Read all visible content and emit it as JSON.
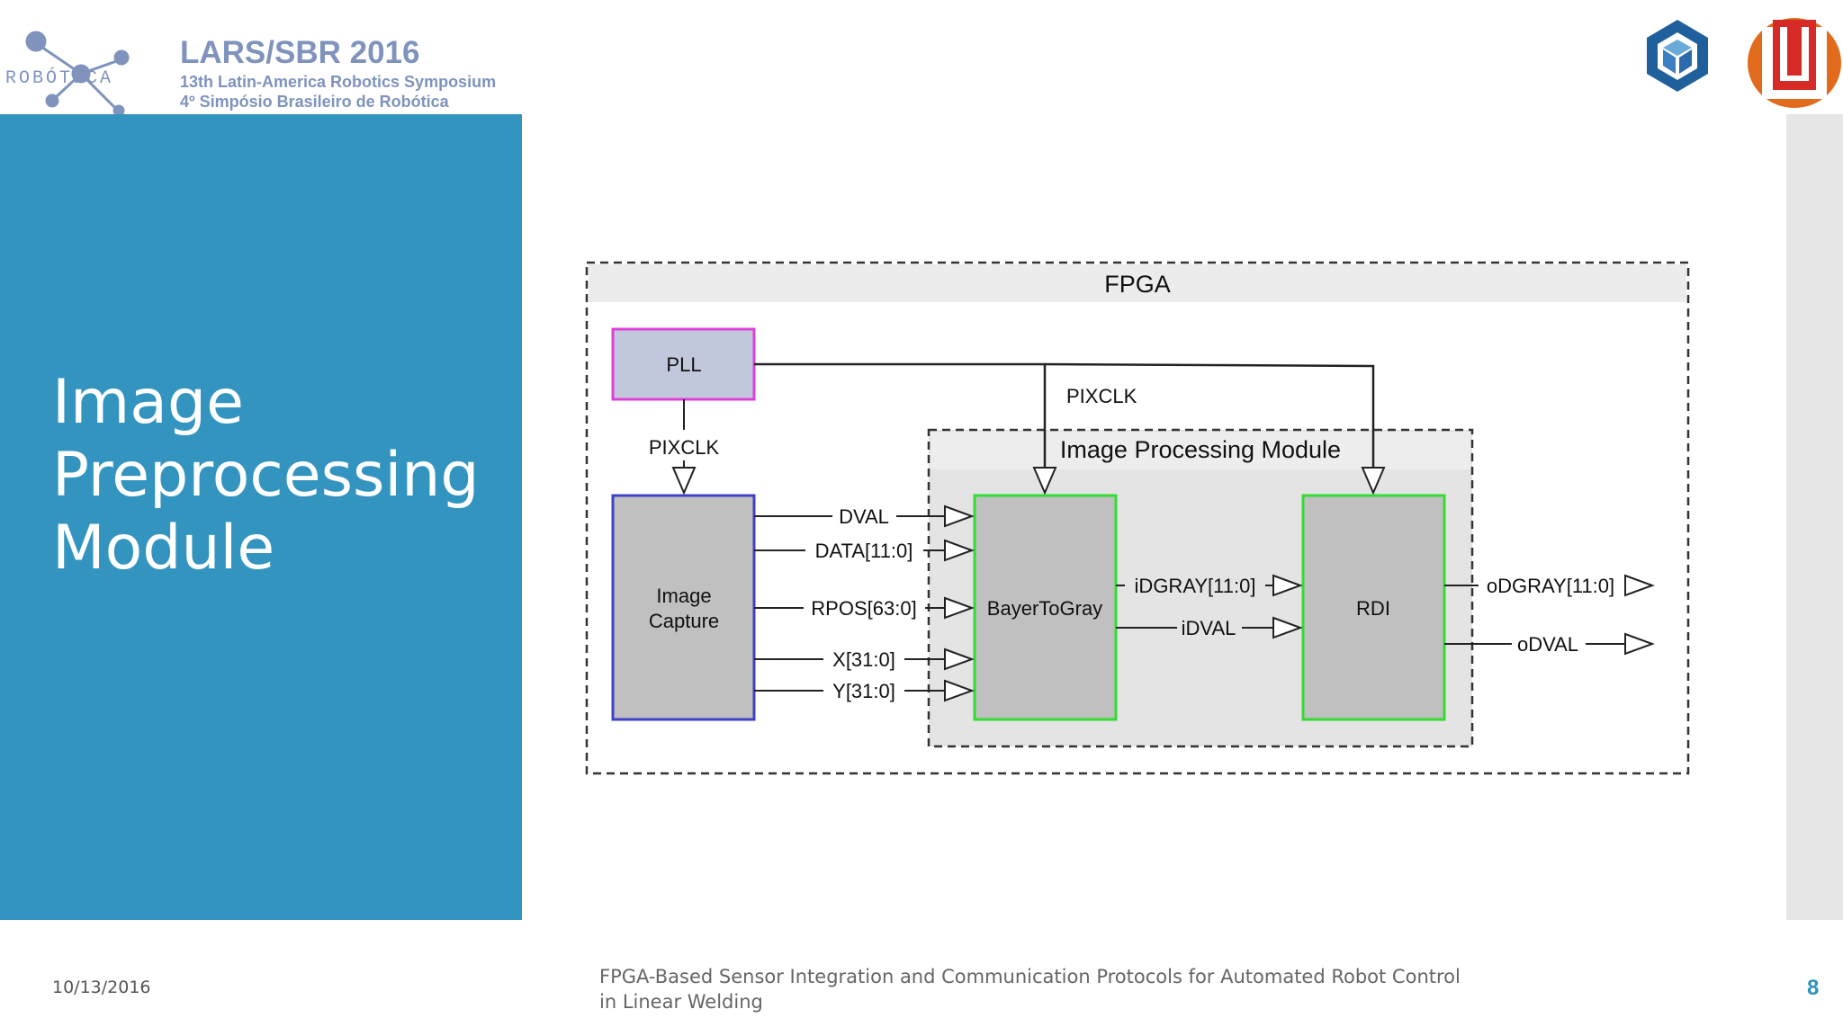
{
  "header": {
    "logo_word": "ROBÓTICA",
    "title": "LARS/SBR 2016",
    "line1": "13th Latin-America Robotics Symposium",
    "line2": "4º Simpósio Brasileiro de Robótica"
  },
  "slide": {
    "title_lines": [
      "Image",
      "Preprocessing",
      "Module"
    ]
  },
  "diagram": {
    "outer_label": "FPGA",
    "inner_label": "Image Processing Module",
    "blocks": {
      "pll": "PLL",
      "capture_line1": "Image",
      "capture_line2": "Capture",
      "bayer": "BayerToGray",
      "rdi": "RDI"
    },
    "clocks": {
      "pll_to_capture": "PIXCLK",
      "pll_to_module": "PIXCLK"
    },
    "signals_capture_to_bayer": [
      "DVAL",
      "DATA[11:0]",
      "RPOS[63:0]",
      "X[31:0]",
      "Y[31:0]"
    ],
    "signals_bayer_to_rdi": [
      "iDGRAY[11:0]",
      "iDVAL"
    ],
    "signals_out": [
      "oDGRAY[11:0]",
      "oDVAL"
    ],
    "colors": {
      "pll_border": "#e040d8",
      "capture_border": "#4040c8",
      "module_border": "#33dd33",
      "block_fill": "#c0c0c0",
      "pll_fill": "#c2c8dc"
    }
  },
  "footer": {
    "date": "10/13/2016",
    "title": "FPGA-Based Sensor Integration and Communication Protocols for Automated Robot Control in Linear Welding",
    "page": "8"
  }
}
